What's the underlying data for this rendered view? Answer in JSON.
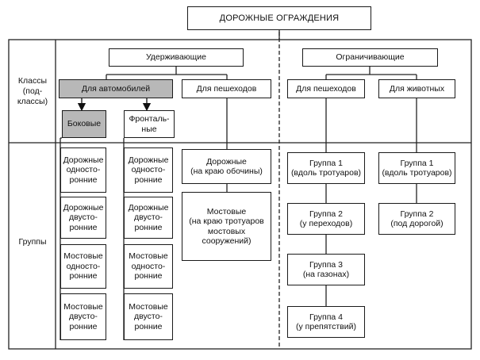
{
  "title": "ДОРОЖНЫЕ ОГРАЖДЕНИЯ",
  "row_labels": {
    "classes": "Классы\n(под-\nклассы)",
    "groups": "Группы"
  },
  "categories": {
    "restraining": "Удерживающие",
    "limiting": "Ограничивающие"
  },
  "subclasses": {
    "for_cars": "Для автомобилей",
    "for_pedestrians_restraining": "Для пешеходов",
    "for_pedestrians_limiting": "Для пешеходов",
    "for_animals": "Для животных",
    "side": "Боковые",
    "frontal": "Фронталь-\nные"
  },
  "groups": {
    "side": [
      "Дорожные\nодносто-\nронние",
      "Дорожные\nдвусто-\nронние",
      "Мостовые\nодносто-\nронние",
      "Мостовые\nдвусто-\nронние"
    ],
    "frontal": [
      "Дорожные\nодносто-\nронние",
      "Дорожные\nдвусто-\nронние",
      "Мостовые\nодносто-\nронние",
      "Мостовые\nдвусто-\nронние"
    ],
    "pedestrians_restraining": [
      "Дорожные\n(на краю обочины)",
      "Мостовые\n(на краю тротуаров\nмостовых\nсооружений)"
    ],
    "pedestrians_limiting": [
      "Группа 1\n(вдоль тротуаров)",
      "Группа 2\n(у переходов)",
      "Группа 3\n(на газонах)",
      "Группа 4\n(у препятствий)"
    ],
    "animals": [
      "Группа 1\n(вдоль тротуаров)",
      "Группа 2\n(под дорогой)"
    ]
  }
}
